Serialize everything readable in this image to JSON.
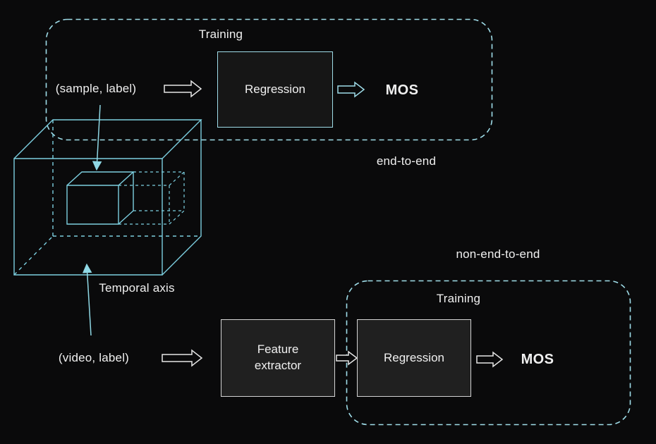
{
  "colors": {
    "background": "#0a0a0b",
    "accent_cyan": "#9fdde9",
    "cube_cyan": "#7ccfe0",
    "text": "#f0f0f0",
    "box_border_light": "#d4d4d4",
    "box_fill_dark": "#161616",
    "box_fill_gray": "#202020"
  },
  "end_to_end": {
    "training_label": "Training",
    "input_label": "(sample, label)",
    "regression_label": "Regression",
    "output_label": "MOS",
    "caption": "end-to-end"
  },
  "non_end_to_end": {
    "caption": "non-end-to-end",
    "training_label": "Training",
    "input_label": "(video, label)",
    "feature_extractor_label": "Feature extractor",
    "regression_label": "Regression",
    "output_label": "MOS"
  },
  "cube": {
    "temporal_axis_label": "Temporal axis"
  },
  "icons": {
    "flow_arrow": "block-arrow-right",
    "pointer_arrow": "thin-arrow"
  }
}
